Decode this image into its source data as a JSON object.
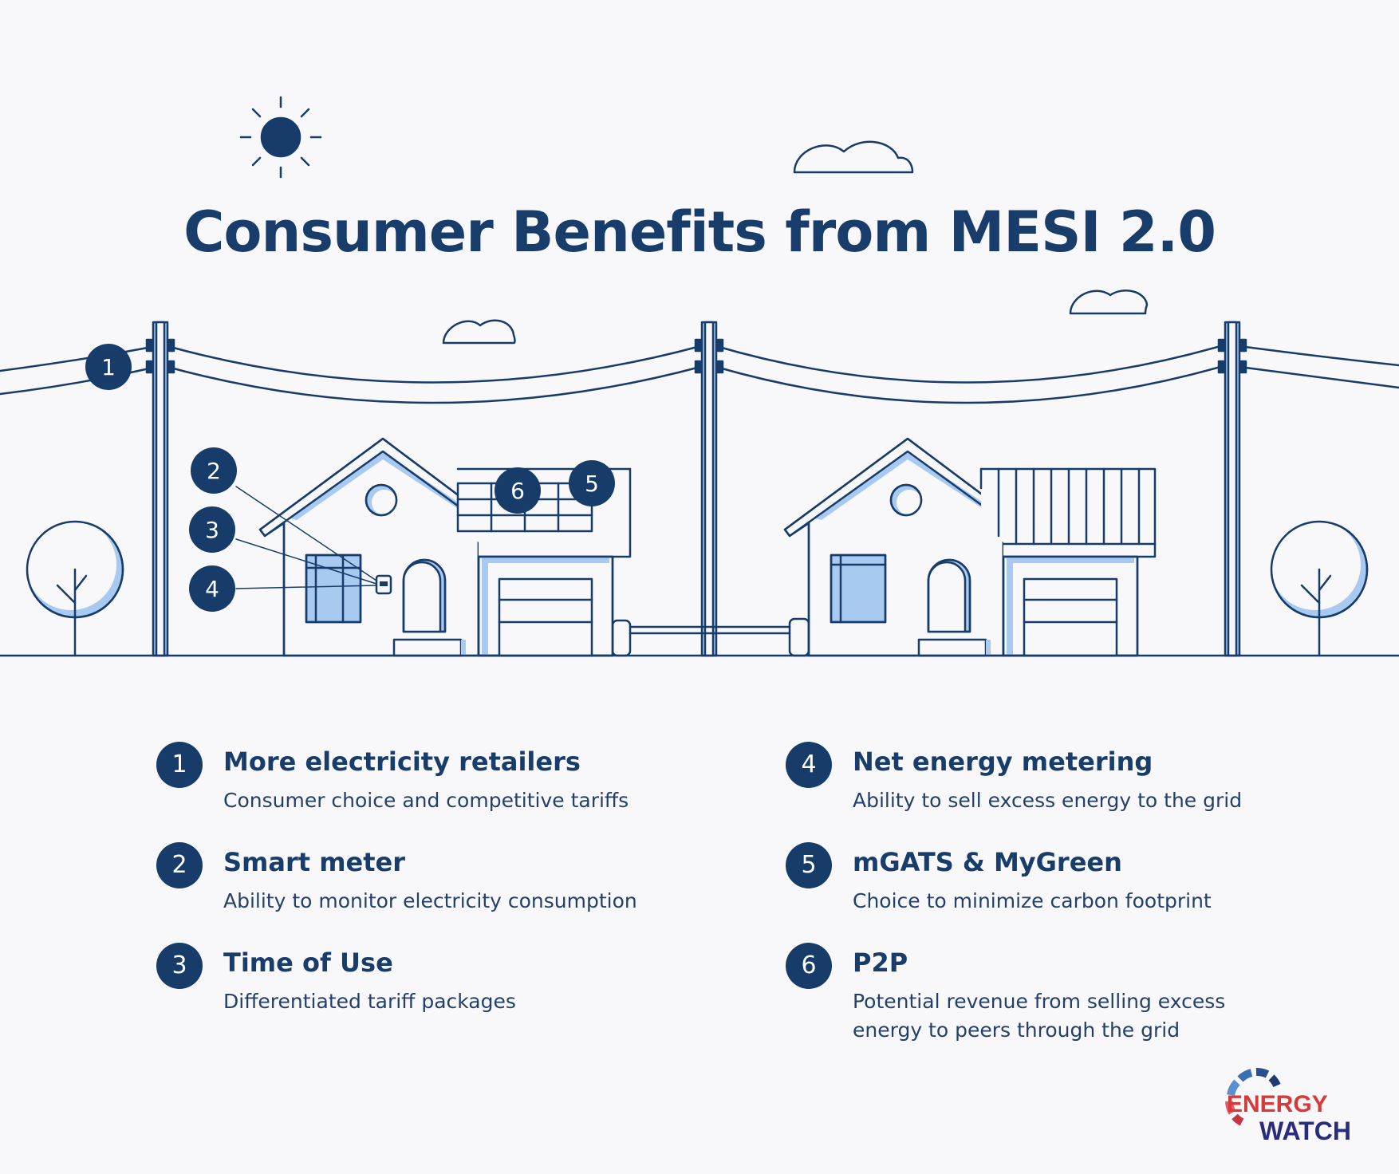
{
  "title": "Consumer Benefits from MESI 2.0",
  "colors": {
    "navy": "#173c69",
    "light_blue": "#a9caf0",
    "background": "#f8f8fb",
    "logo_red": "#d63a3a",
    "logo_navy": "#2a2b7c"
  },
  "illustration": {
    "markers": [
      "1",
      "2",
      "3",
      "4",
      "5",
      "6"
    ],
    "icons": [
      "sun-icon",
      "cloud-icon",
      "utility-pole-icon",
      "house-icon",
      "solar-panel-icon",
      "smart-meter-icon",
      "tree-icon"
    ]
  },
  "benefits": [
    {
      "number": "1",
      "title": "More electricity retailers",
      "description": "Consumer choice and competitive tariffs"
    },
    {
      "number": "2",
      "title": "Smart meter",
      "description": "Ability to monitor electricity consumption"
    },
    {
      "number": "3",
      "title": "Time of Use",
      "description": "Differentiated tariff packages"
    },
    {
      "number": "4",
      "title": "Net energy metering",
      "description": "Ability to sell excess energy to the grid"
    },
    {
      "number": "5",
      "title": "mGATS & MyGreen",
      "description": "Choice to minimize carbon footprint"
    },
    {
      "number": "6",
      "title": "P2P",
      "description": "Potential revenue from selling excess energy to peers through the grid"
    }
  ],
  "logo": {
    "line1": "ENERGY",
    "line2": "WATCH"
  }
}
